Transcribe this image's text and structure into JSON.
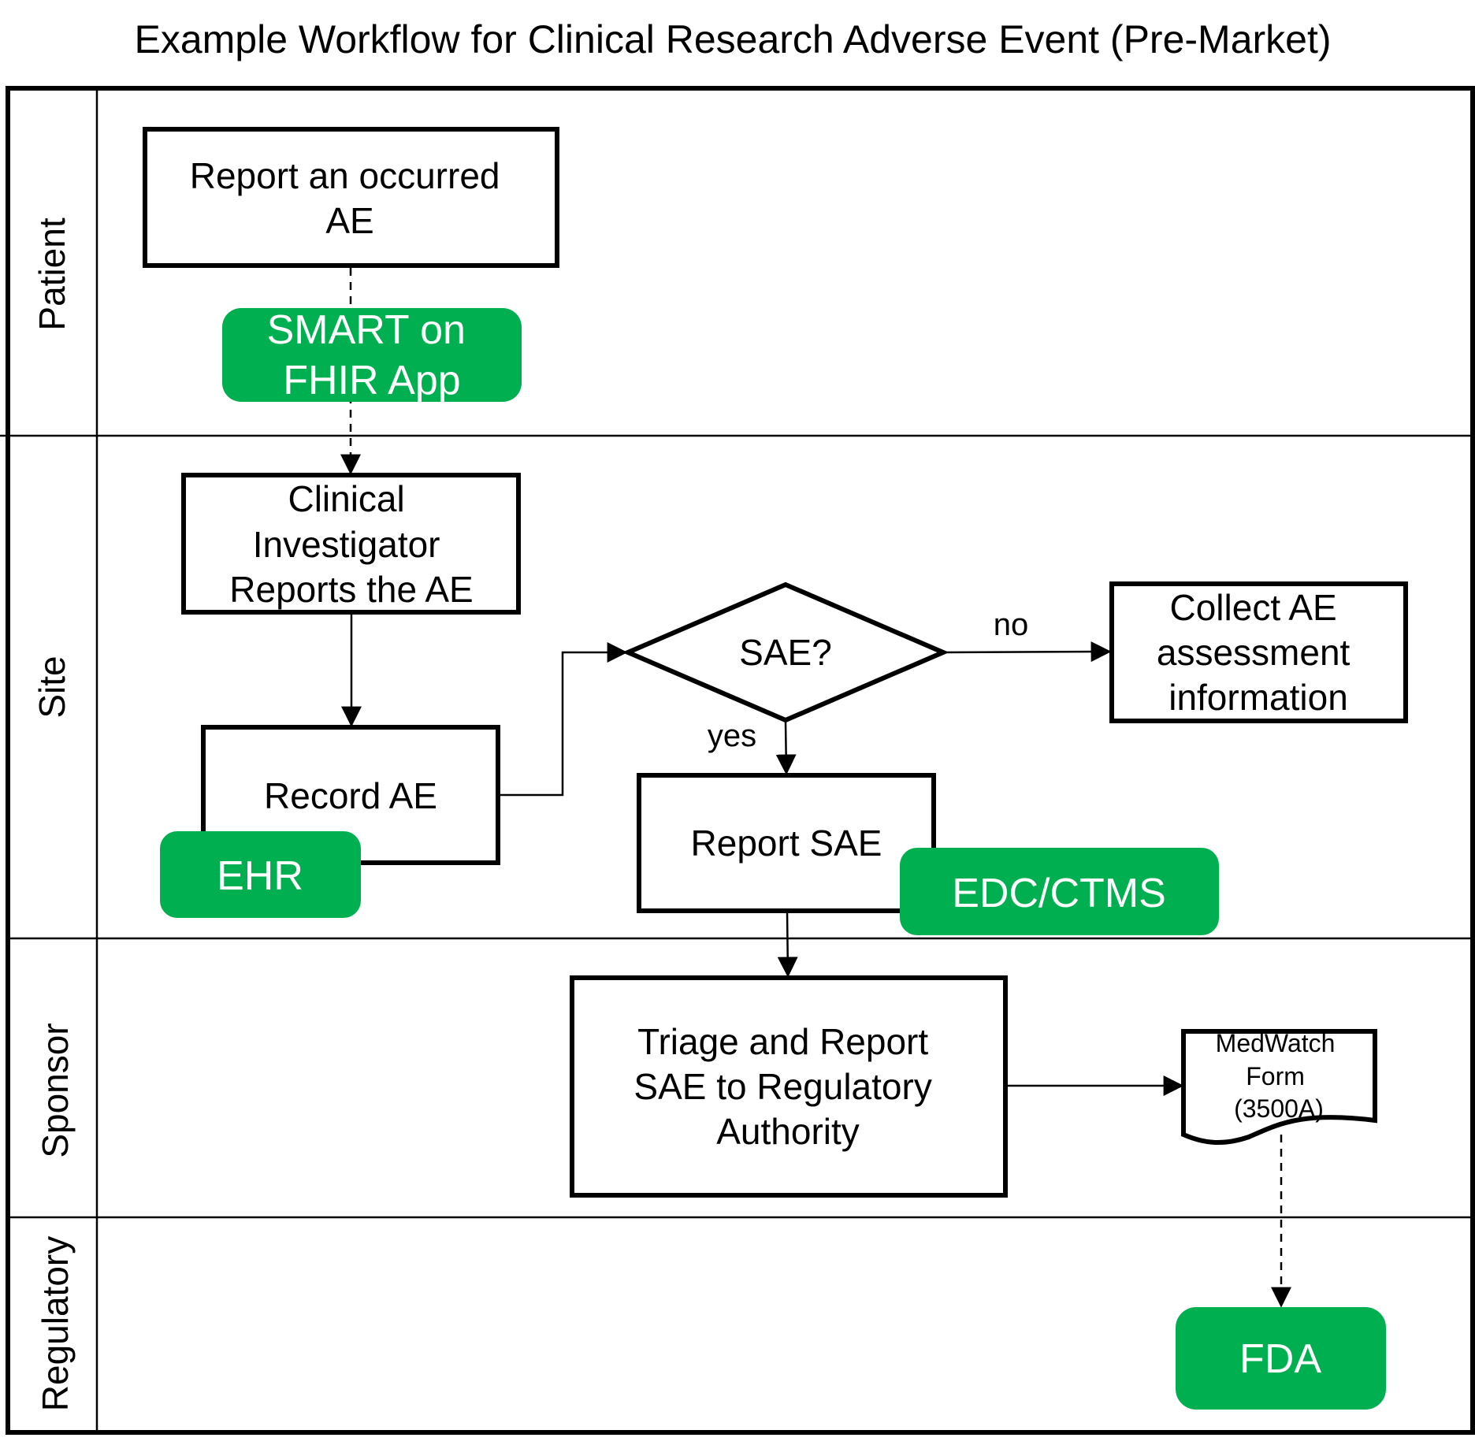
{
  "title": "Example Workflow for Clinical Research Adverse Event (Pre-Market)",
  "colors": {
    "tag_fill": "#00b050",
    "tag_text": "#ffffff",
    "line": "#000000",
    "background": "#ffffff"
  },
  "lanes": [
    {
      "label": "Patient"
    },
    {
      "label": "Site"
    },
    {
      "label": "Sponsor"
    },
    {
      "label": "Regulatory"
    }
  ],
  "nodes": {
    "report_ae": {
      "lines": [
        "Report an occurred",
        "AE"
      ]
    },
    "investigator": {
      "lines": [
        "Clinical",
        "Investigator",
        "Reports the AE"
      ]
    },
    "record_ae": {
      "lines": [
        "Record AE"
      ]
    },
    "sae_decision": {
      "lines": [
        "SAE?"
      ]
    },
    "collect_ae": {
      "lines": [
        "Collect AE",
        "assessment",
        "information"
      ]
    },
    "report_sae": {
      "lines": [
        "Report SAE"
      ]
    },
    "triage": {
      "lines": [
        "Triage and Report",
        "SAE to Regulatory",
        "Authority"
      ]
    },
    "medwatch": {
      "lines": [
        "MedWatch",
        "Form",
        "(3500A)"
      ]
    }
  },
  "tags": {
    "smart_fhir": {
      "lines": [
        "SMART on",
        "FHIR App"
      ]
    },
    "ehr": {
      "lines": [
        "EHR"
      ]
    },
    "edc_ctms": {
      "lines": [
        "EDC/CTMS"
      ]
    },
    "fda": {
      "lines": [
        "FDA"
      ]
    }
  },
  "edge_labels": {
    "no": "no",
    "yes": "yes"
  }
}
